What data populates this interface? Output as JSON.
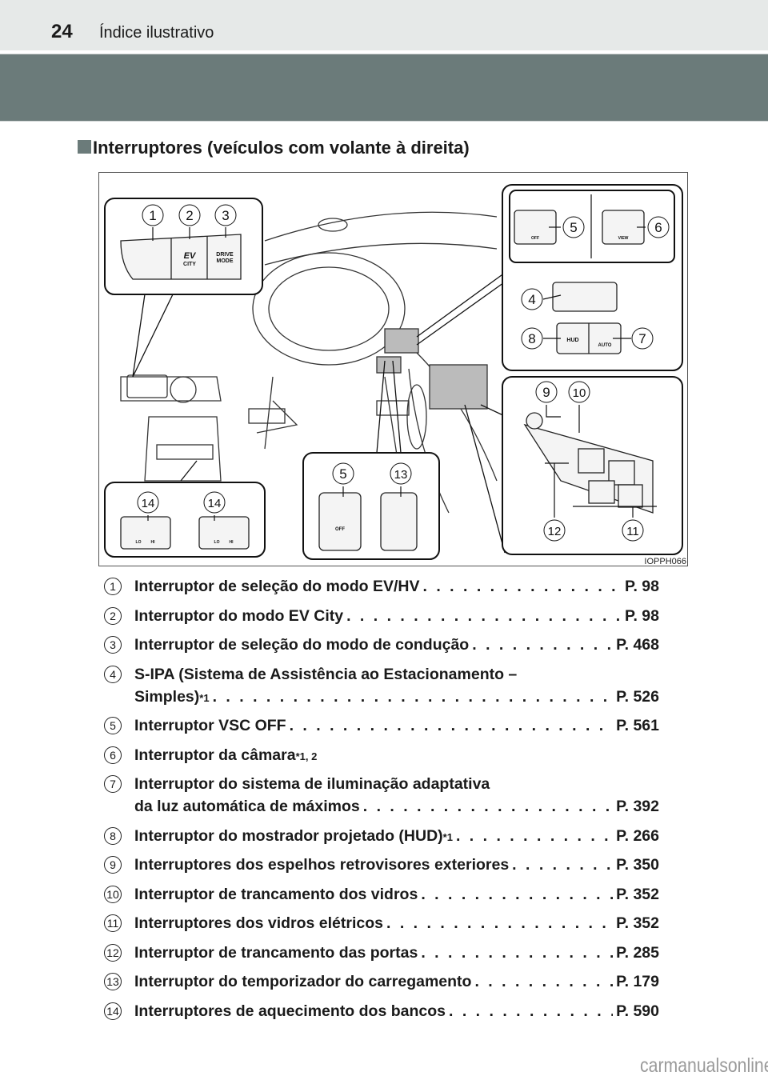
{
  "header": {
    "page_number": "24",
    "title": "Índice ilustrativo"
  },
  "section_title": "Interruptores (veículos com volante à direita)",
  "figure": {
    "code": "IOPPH066",
    "callout_numbers": [
      "1",
      "2",
      "3",
      "5",
      "6",
      "4",
      "8",
      "7",
      "9",
      "10",
      "12",
      "11",
      "5",
      "13",
      "14",
      "14"
    ],
    "switch_labels": {
      "ev": "EV",
      "city": "CITY",
      "drive": "DRIVE",
      "mode": "MODE",
      "off": "OFF",
      "view": "VIEW",
      "hud": "HUD",
      "auto": "AUTO",
      "lo": "LO",
      "hi": "HI"
    }
  },
  "items": [
    {
      "n": "1",
      "text": "Interruptor de seleção do modo EV/HV",
      "page": "P. 98"
    },
    {
      "n": "2",
      "text": "Interruptor do modo EV City",
      "page": "P. 98"
    },
    {
      "n": "3",
      "text": "Interruptor de seleção do modo de condução",
      "page": "P. 468"
    },
    {
      "n": "4",
      "text": "S-IPA (Sistema de Assistência ao Estacionamento –",
      "text2": "Simples)",
      "sup": "*1",
      "page": "P. 526"
    },
    {
      "n": "5",
      "text": "Interruptor VSC OFF",
      "page": "P. 561"
    },
    {
      "n": "6",
      "text": "Interruptor da câmara",
      "sup": "*1, 2"
    },
    {
      "n": "7",
      "text": "Interruptor do sistema de iluminação adaptativa",
      "text2": "da luz automática de máximos",
      "page": "P. 392"
    },
    {
      "n": "8",
      "text": "Interruptor do mostrador projetado (HUD)",
      "sup": "*1",
      "page": "P. 266"
    },
    {
      "n": "9",
      "text": "Interruptores dos espelhos retrovisores exteriores",
      "page": "P. 350"
    },
    {
      "n": "10",
      "text": "Interruptor de trancamento dos vidros",
      "page": "P. 352"
    },
    {
      "n": "11",
      "text": "Interruptores dos vidros elétricos",
      "page": "P. 352"
    },
    {
      "n": "12",
      "text": "Interruptor de trancamento das portas",
      "page": "P. 285"
    },
    {
      "n": "13",
      "text": "Interruptor do temporizador do carregamento",
      "page": "P. 179"
    },
    {
      "n": "14",
      "text": "Interruptores de aquecimento dos bancos",
      "page": "P. 590"
    }
  ],
  "watermark": "carmanualsonline.info"
}
